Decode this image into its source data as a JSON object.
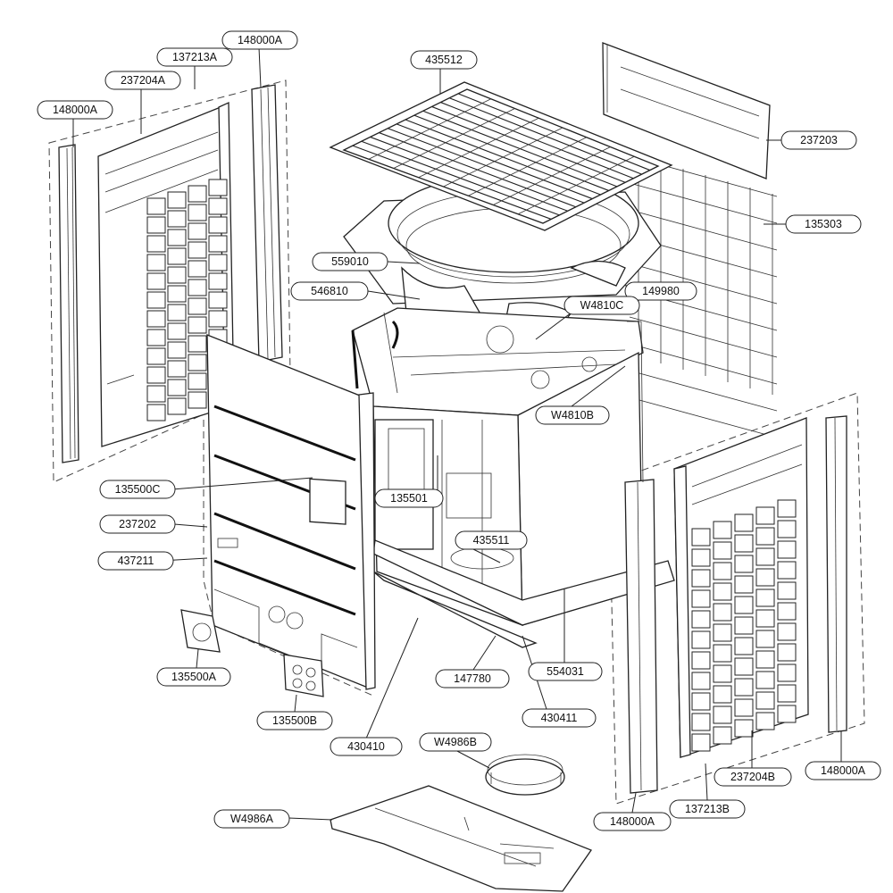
{
  "diagram": {
    "labels": {
      "l148000A_tl": "148000A",
      "l137213A": "137213A",
      "l148000A_top": "148000A",
      "l237204A": "237204A",
      "l435512": "435512",
      "l237203": "237203",
      "l135303": "135303",
      "l559010": "559010",
      "l546810": "546810",
      "l149980": "149980",
      "lW4810C": "W4810C",
      "lW4810B": "W4810B",
      "l135500C": "135500C",
      "l135501": "135501",
      "l237202": "237202",
      "l435511": "435511",
      "l437211": "437211",
      "l135500A": "135500A",
      "l147780": "147780",
      "l554031": "554031",
      "l135500B": "135500B",
      "l430411": "430411",
      "l430410": "430410",
      "lW4986B": "W4986B",
      "l237204B": "237204B",
      "l148000A_br": "148000A",
      "l137213B": "137213B",
      "l148000A_bc": "148000A",
      "lW4986A": "W4986A"
    }
  }
}
